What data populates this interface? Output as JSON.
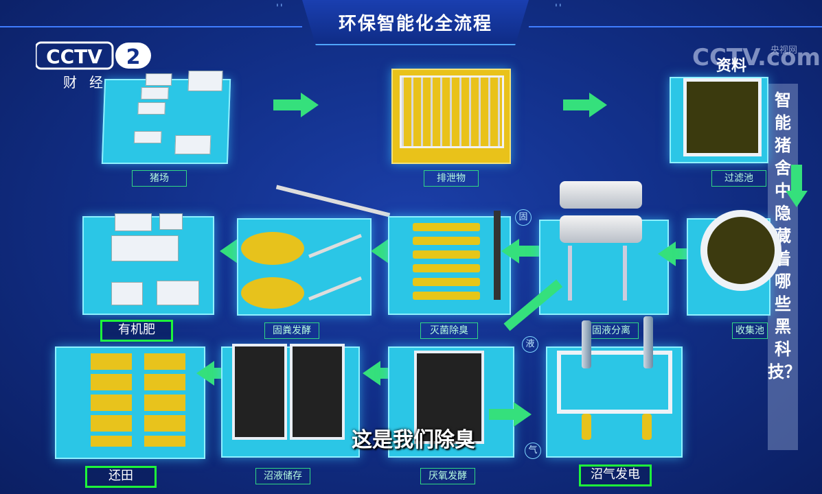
{
  "title": "环保智能化全流程",
  "channel": {
    "logo": "CCTV",
    "number": "2",
    "name": "财经"
  },
  "watermark": {
    "logo": "CCTV",
    "domain": ".com",
    "sub": "央视网",
    "source_tag": "资料"
  },
  "question": "智能猪舍中隐藏着哪些黑科技？",
  "subtitle": "这是我们除臭",
  "steps": {
    "pig_farm": "猪场",
    "excrement": "排泄物",
    "filter_pool": "过滤池",
    "collection_pool": "收集池",
    "solid_liquid_separation": "固液分离",
    "sterilize_deodorize": "灭菌除臭",
    "solid_fermentation": "固粪发酵",
    "organic_fertilizer": "有机肥",
    "return_to_field": "还田",
    "biogas_liquid_storage": "沼液储存",
    "anaerobic_fermentation": "厌氧发酵",
    "biogas_power": "沼气发电"
  },
  "markers": {
    "solid": "固",
    "liquid": "液",
    "gas": "气"
  },
  "colors": {
    "background": "#12308a",
    "tile": "#2bc6e6",
    "arrow": "#35e07c",
    "highlight_border": "#1ef73a"
  }
}
